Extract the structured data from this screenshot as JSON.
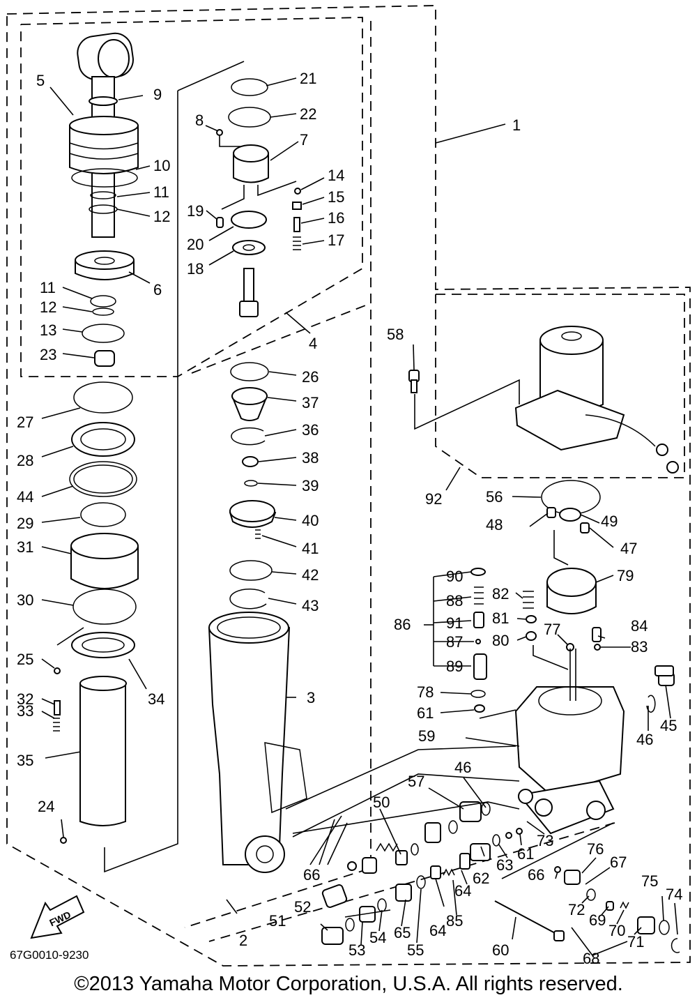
{
  "diagram_code": "67G0010-9230",
  "copyright": "©2013 Yamaha Motor Corporation, U.S.A. All rights reserved.",
  "fwd_label": "FWD",
  "callouts": [
    "1",
    "2",
    "3",
    "4",
    "5",
    "6",
    "7",
    "8",
    "9",
    "10",
    "11",
    "12",
    "13",
    "14",
    "15",
    "16",
    "17",
    "18",
    "19",
    "20",
    "21",
    "22",
    "23",
    "24",
    "25",
    "26",
    "27",
    "28",
    "29",
    "30",
    "31",
    "32",
    "33",
    "34",
    "35",
    "36",
    "37",
    "38",
    "39",
    "40",
    "41",
    "42",
    "43",
    "44",
    "45",
    "46",
    "47",
    "48",
    "49",
    "50",
    "51",
    "52",
    "53",
    "54",
    "55",
    "56",
    "57",
    "58",
    "59",
    "60",
    "61",
    "62",
    "63",
    "64",
    "65",
    "66",
    "67",
    "68",
    "69",
    "70",
    "71",
    "72",
    "73",
    "74",
    "75",
    "76",
    "77",
    "78",
    "79",
    "80",
    "81",
    "82",
    "83",
    "84",
    "85",
    "86",
    "87",
    "88",
    "89",
    "90",
    "91",
    "92",
    "11",
    "12",
    "46",
    "61",
    "64",
    "66"
  ]
}
